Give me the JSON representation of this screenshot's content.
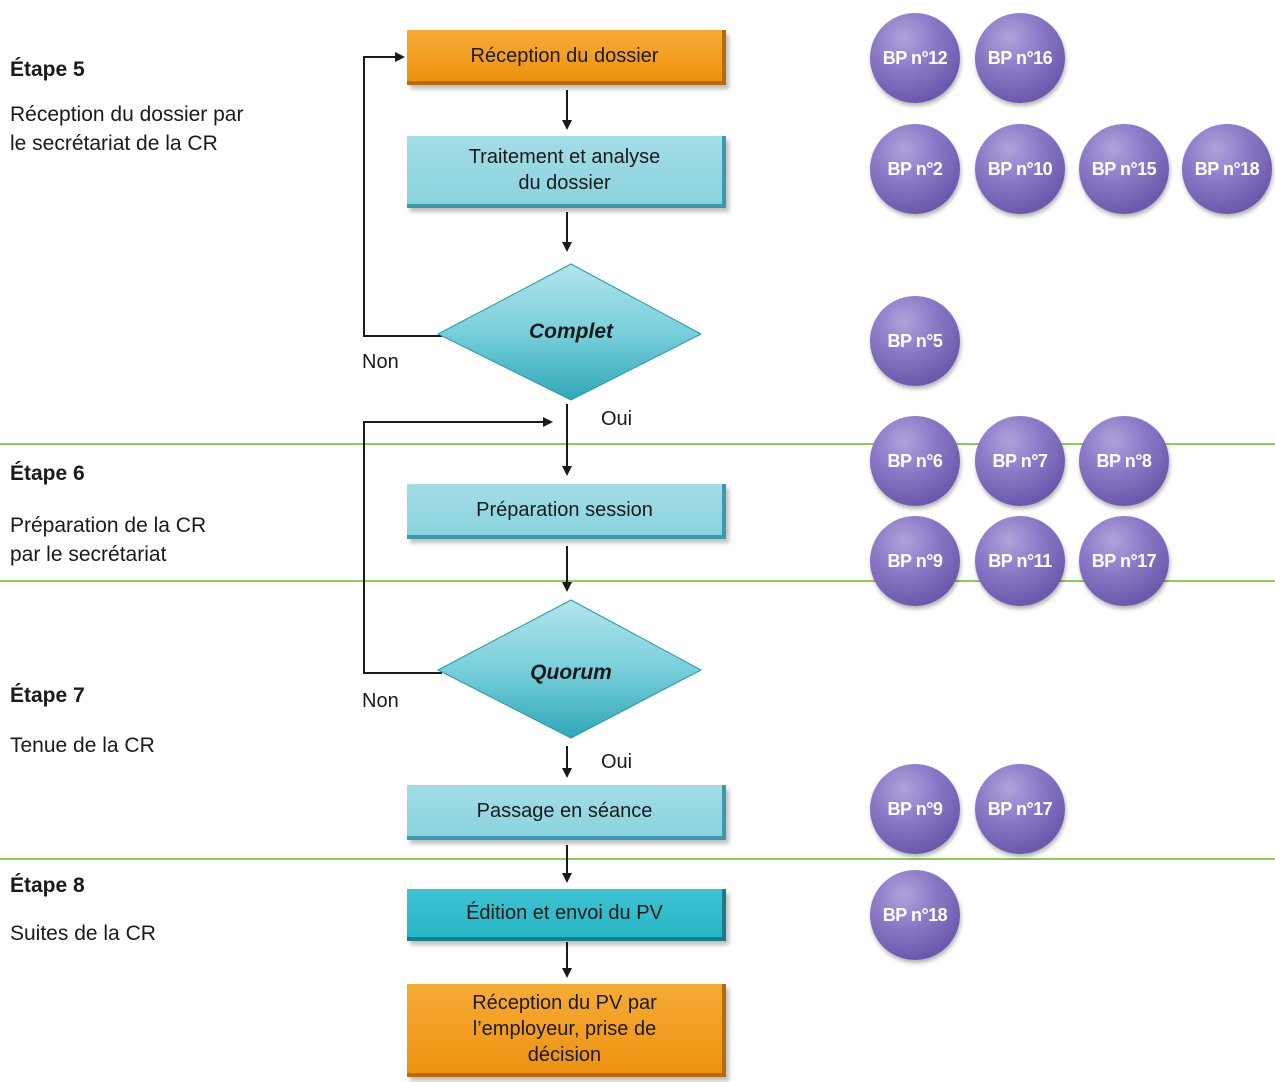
{
  "steps": [
    {
      "title": "Étape 5",
      "description": "Réception du dossier par\nle secrétariat de la CR"
    },
    {
      "title": "Étape 6",
      "description": "Préparation de la CR\npar le secrétariat"
    },
    {
      "title": "Étape 7",
      "description": "Tenue de la CR"
    },
    {
      "title": "Étape 8",
      "description": "Suites de la CR"
    }
  ],
  "boxes": {
    "reception_dossier": "Réception du dossier",
    "traitement": "Traitement et analyse\ndu dossier",
    "preparation": "Préparation session",
    "passage": "Passage en séance",
    "edition": "Édition et envoi du PV",
    "reception_pv": "Réception du PV par\nl’employeur, prise de\ndécision"
  },
  "decisions": {
    "complet": {
      "label": "Complet",
      "no": "Non",
      "yes": "Oui"
    },
    "quorum": {
      "label": "Quorum",
      "no": "Non",
      "yes": "Oui"
    }
  },
  "bp_groups": {
    "reception": [
      "BP n°12",
      "BP n°16"
    ],
    "traitement": [
      "BP n°2",
      "BP n°10",
      "BP n°15",
      "BP n°18"
    ],
    "complet": [
      "BP n°5"
    ],
    "preparation_row1": [
      "BP n°6",
      "BP n°7",
      "BP n°8"
    ],
    "preparation_row2": [
      "BP n°9",
      "BP n°11",
      "BP n°17"
    ],
    "passage": [
      "BP n°9",
      "BP n°17"
    ],
    "edition": [
      "BP n°18"
    ]
  },
  "colors": {
    "separator": "#8ccc5a",
    "orange_box": "#ef9a1f",
    "cyan_box": "#8fd5df",
    "cyan_strong_box": "#2fbccb",
    "bp_circle": "#7a68b8",
    "diamond": "#5fc3d2"
  }
}
